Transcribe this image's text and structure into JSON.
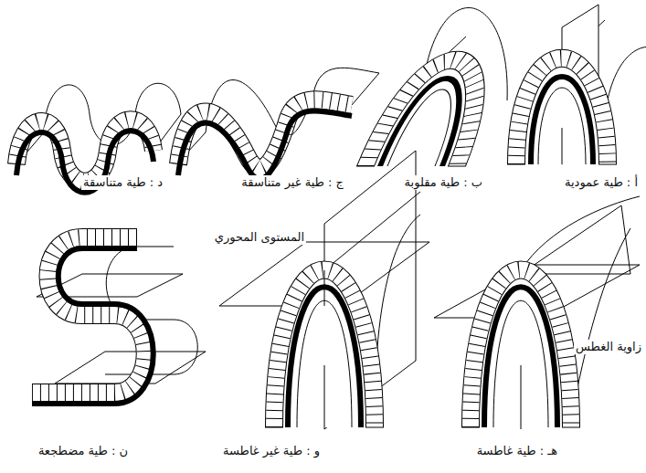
{
  "diagram": {
    "labels": [
      "أ : طية عمودية",
      "ب : طية مقلوبة",
      "ج : طية غير متناسقة",
      "د : طية متناسقة",
      "المستوى المحوري",
      "زاوية الغطس",
      "هـ : طية غاطسة",
      "و : طية غير غاطسة",
      "ن : طية مضطجعة"
    ]
  }
}
